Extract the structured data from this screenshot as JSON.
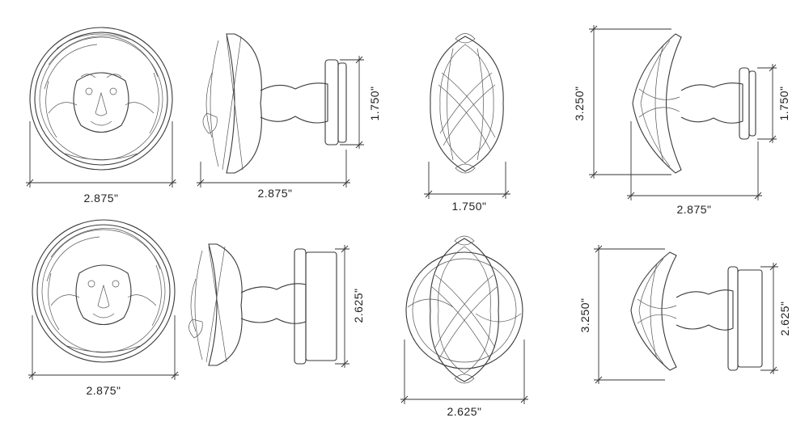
{
  "dimensions": {
    "top_row": {
      "lion_front_width": "2.875\"",
      "lion_side_width": "2.875\"",
      "lion_side_height": "1.750\"",
      "strap_front_width": "1.750\"",
      "strap_side_height_left": "3.250\"",
      "strap_side_height_right": "1.750\"",
      "strap_side_width": "2.875\""
    },
    "bottom_row": {
      "lion_front_width": "2.875\"",
      "lion_side_height": "2.625\"",
      "strap_front_width": "2.625\"",
      "strap_side_height_left": "3.250\"",
      "strap_side_height_right": "2.625\""
    }
  },
  "colors": {
    "line": "#3a3a3a",
    "background": "#ffffff"
  }
}
